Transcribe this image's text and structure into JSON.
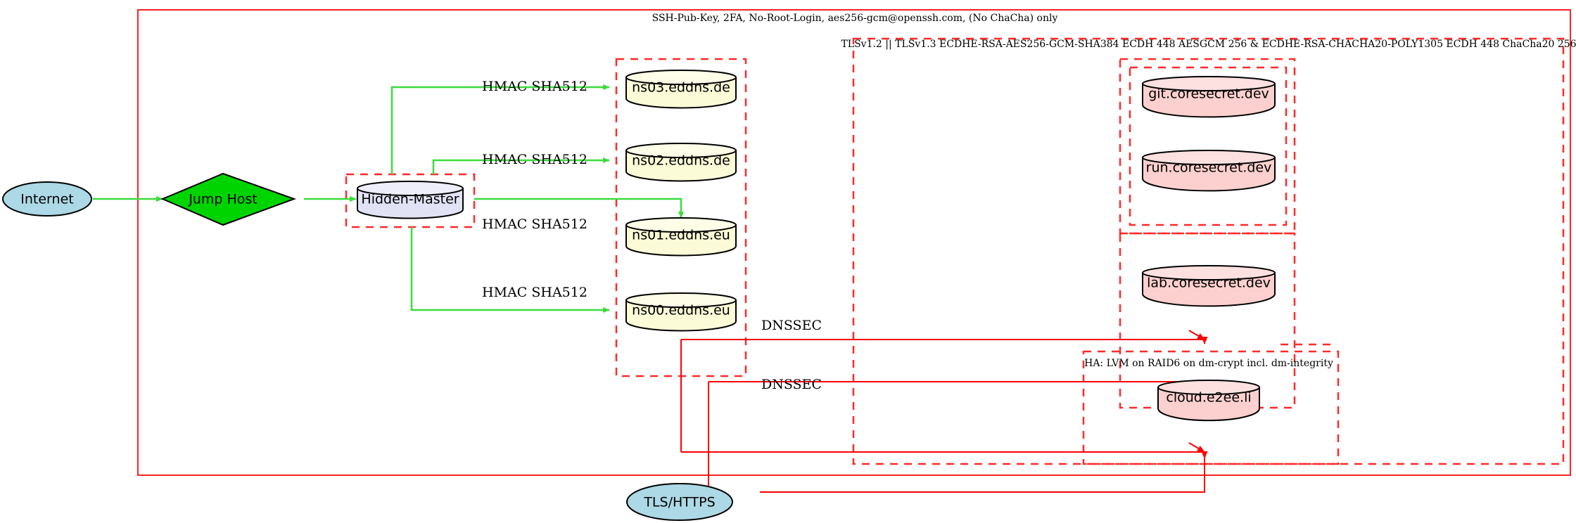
{
  "diagram": {
    "title_label": "SSH-Pub-Key, 2FA, No-Root-Login, aes256-gcm@openssh.com, (No ChaCha) only",
    "clusters": [
      {
        "id": "outer",
        "label": "SSH-Pub-Key, 2FA, No-Root-Login, aes256-gcm@openssh.com, (No ChaCha) only"
      },
      {
        "id": "tls",
        "label": "TLSv1.2 || TLSv1.3 ECDHE-RSA-AES256-GCM-SHA384 ECDH 448 AESGCM 256 & ECDHE-RSA-CHACHA20-POLY1305 ECDH 448 ChaCha20 256"
      },
      {
        "id": "ha",
        "label": "HA: LVM on RAID6 on dm-crypt incl. dm-integrity"
      },
      {
        "id": "dns",
        "label": ""
      },
      {
        "id": "hidden-master",
        "label": ""
      },
      {
        "id": "coresecret",
        "label": ""
      }
    ],
    "nodes": [
      {
        "id": "internet",
        "label": "Internet",
        "shape": "ellipse",
        "color": "#add8e6"
      },
      {
        "id": "jump-host",
        "label": "Jump Host",
        "shape": "diamond",
        "color": "#00d400"
      },
      {
        "id": "hidden-master",
        "label": "Hidden-Master",
        "shape": "cylinder",
        "color": "#e2e2f5"
      },
      {
        "id": "ns03",
        "label": "ns03.eddns.de",
        "shape": "cylinder",
        "color": "#fbfbd8"
      },
      {
        "id": "ns02",
        "label": "ns02.eddns.de",
        "shape": "cylinder",
        "color": "#fbfbd8"
      },
      {
        "id": "ns01",
        "label": "ns01.eddns.eu",
        "shape": "cylinder",
        "color": "#fbfbd8"
      },
      {
        "id": "ns00",
        "label": "ns00.eddns.eu",
        "shape": "cylinder",
        "color": "#fbfbd8"
      },
      {
        "id": "git",
        "label": "git.coresecret.dev",
        "shape": "cylinder",
        "color": "#fbd0ce"
      },
      {
        "id": "run",
        "label": "run.coresecret.dev",
        "shape": "cylinder",
        "color": "#fbd0ce"
      },
      {
        "id": "lab",
        "label": "lab.coresecret.dev",
        "shape": "cylinder",
        "color": "#fbd0ce"
      },
      {
        "id": "cloud",
        "label": "cloud.e2ee.li",
        "shape": "cylinder",
        "color": "#fbd0ce"
      },
      {
        "id": "tls-https",
        "label": "TLS/HTTPS",
        "shape": "ellipse",
        "color": "#add8e6"
      }
    ],
    "edge_labels": {
      "hmac_1": "HMAC SHA512",
      "hmac_2": "HMAC SHA512",
      "hmac_3": "HMAC SHA512",
      "hmac_4": "HMAC SHA512",
      "dnssec_1": "DNSSEC",
      "dnssec_2": "DNSSEC"
    },
    "colors": {
      "edge_green": "#3cdc3c",
      "edge_red": "#ff0000",
      "cluster_red": "#ff2a2a",
      "node_blue": "#add8e6",
      "node_green": "#00d400",
      "node_yellow": "#fbfbd8",
      "node_pink": "#fbd0ce",
      "node_lavender": "#e2e2f5"
    }
  }
}
